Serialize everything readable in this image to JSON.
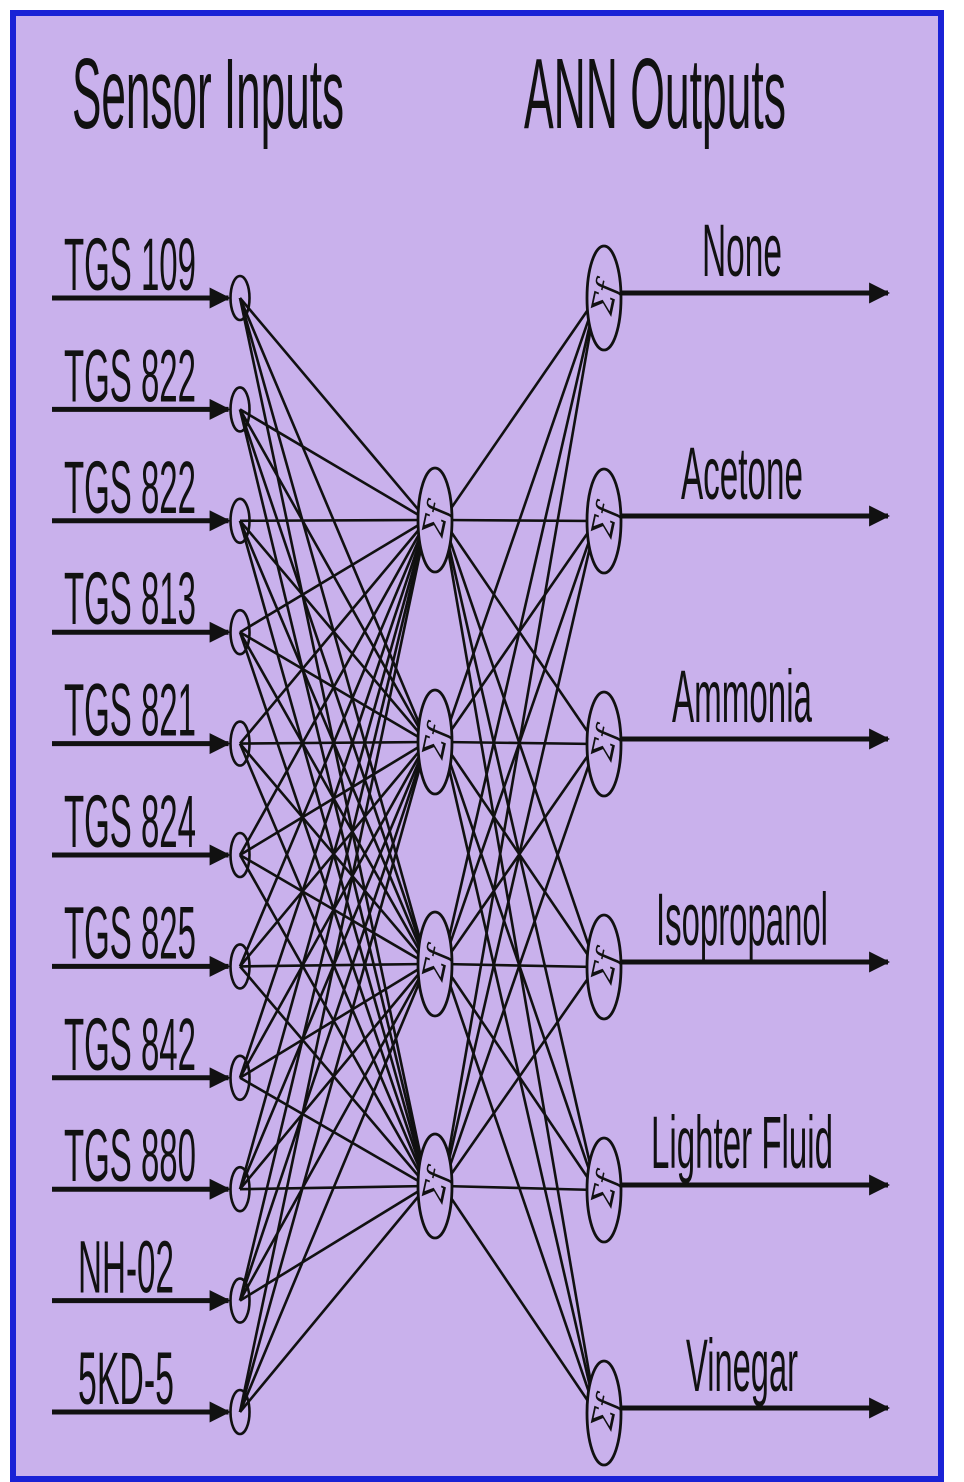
{
  "headers": {
    "inputs": "Sensor Inputs",
    "outputs": "ANN Outputs"
  },
  "inputs": [
    {
      "label": "TGS 109"
    },
    {
      "label": "TGS 822"
    },
    {
      "label": "TGS 822"
    },
    {
      "label": "TGS 813"
    },
    {
      "label": "TGS 821"
    },
    {
      "label": "TGS 824"
    },
    {
      "label": "TGS 825"
    },
    {
      "label": "TGS 842"
    },
    {
      "label": "TGS 880"
    },
    {
      "label": "NH-02"
    },
    {
      "label": "5KD-5"
    }
  ],
  "hidden_count": 4,
  "hidden_symbol": "Σf",
  "outputs": [
    {
      "label": "None"
    },
    {
      "label": "Acetone"
    },
    {
      "label": "Ammonia"
    },
    {
      "label": "Isopropanol"
    },
    {
      "label": "Lighter Fluid"
    },
    {
      "label": "Vinegar"
    }
  ],
  "colors": {
    "background": "#c9b1ec",
    "border": "#1a22d6",
    "ink": "#111111"
  }
}
